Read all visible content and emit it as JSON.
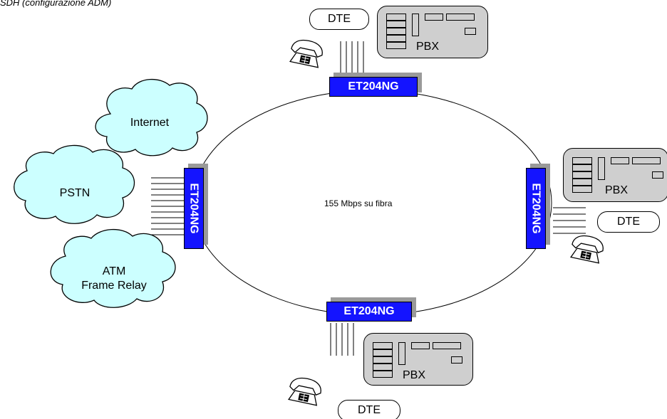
{
  "caption": "SDH (configurazione ADM)",
  "ring_label": "155 Mbps su fibra",
  "nodes": {
    "top": "ET204NG",
    "left": "ET204NG",
    "right": "ET204NG",
    "bottom": "ET204NG"
  },
  "dte": {
    "top": "DTE",
    "right": "DTE",
    "bottom": "DTE"
  },
  "pbx": {
    "top": "PBX",
    "right": "PBX",
    "bottom": "PBX"
  },
  "clouds": {
    "internet": "Internet",
    "pstn": "PSTN",
    "atm_line1": "ATM",
    "atm_line2": "Frame Relay"
  },
  "colors": {
    "node_fill": "#1414ff",
    "node_shadow": "#9a9a9a",
    "cloud_fill": "#ccffff",
    "pbx_fill": "#cfcfcf"
  },
  "icons": [
    "telephone-icon",
    "cloud-icon"
  ]
}
